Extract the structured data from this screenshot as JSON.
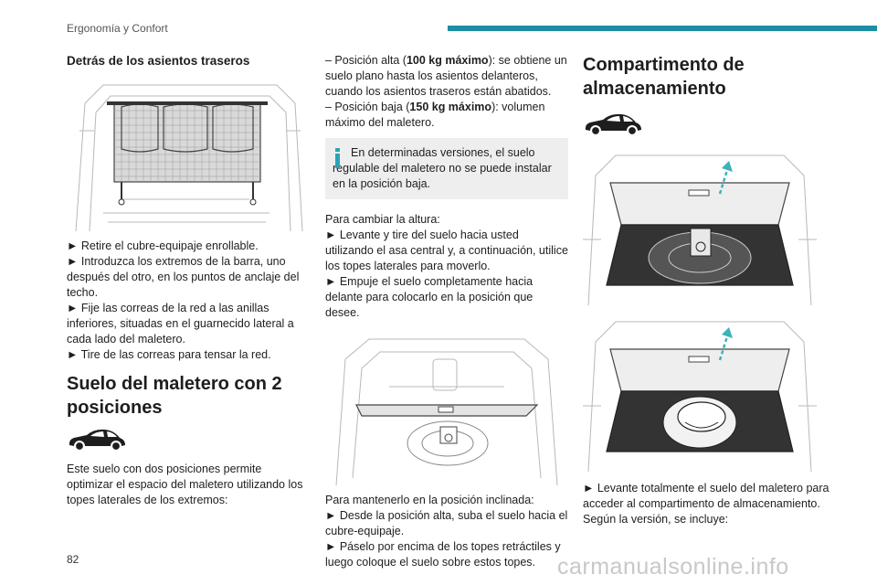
{
  "header": {
    "section": "Ergonomía y Confort",
    "accent_color": "#1b8ea0"
  },
  "col1": {
    "heading": "Detrás de los asientos traseros",
    "steps": [
      "► Retire el cubre-equipaje enrollable.",
      "► Introduzca los extremos de la barra, uno después del otro, en los puntos de anclaje del techo.",
      "► Fije las correas de la red a las anillas inferiores, situadas en el guarnecido lateral a cada lado del maletero.",
      "► Tire de las correas para tensar la red."
    ],
    "section_heading": "Suelo del maletero con 2 posiciones",
    "car_icon": "car-silhouette-icon",
    "intro": "Este suelo con dos posiciones permite optimizar el espacio del maletero utilizando los topes laterales de los extremos:"
  },
  "col2": {
    "pos_high_pre": "– Posición alta (",
    "pos_high_bold": "100 kg máximo",
    "pos_high_post": "): se obtiene un suelo plano hasta los asientos delanteros, cuando los asientos traseros están abatidos.",
    "pos_low_pre": "– Posición baja (",
    "pos_low_bold": "150 kg máximo",
    "pos_low_post": "): volumen máximo del maletero.",
    "info_icon": "info-icon",
    "info_text": "En determinadas versiones, el suelo regulable del maletero no se puede instalar en la posición baja.",
    "change_title": "Para cambiar la altura:",
    "change_steps": [
      "► Levante y tire del suelo hacia usted utilizando el asa central y, a continuación, utilice los topes laterales para moverlo.",
      "► Empuje el suelo completamente hacia delante para colocarlo en la posición que desee."
    ],
    "incline_title": "Para mantenerlo en la posición inclinada:",
    "incline_steps": [
      "► Desde la posición alta, suba el suelo hacia el cubre-equipaje.",
      "► Páselo por encima de los topes retráctiles y luego coloque el suelo sobre estos topes."
    ]
  },
  "col3": {
    "heading": "Compartimento de almacenamiento",
    "car_icon": "car-silhouette-icon",
    "arrow_color": "#3bb3b8",
    "text": "► Levante totalmente el suelo del maletero para acceder al compartimento de almacenamiento. Según la versión, se incluye:"
  },
  "footer": {
    "page_number": "82",
    "watermark": "carmanualsonline.info"
  }
}
